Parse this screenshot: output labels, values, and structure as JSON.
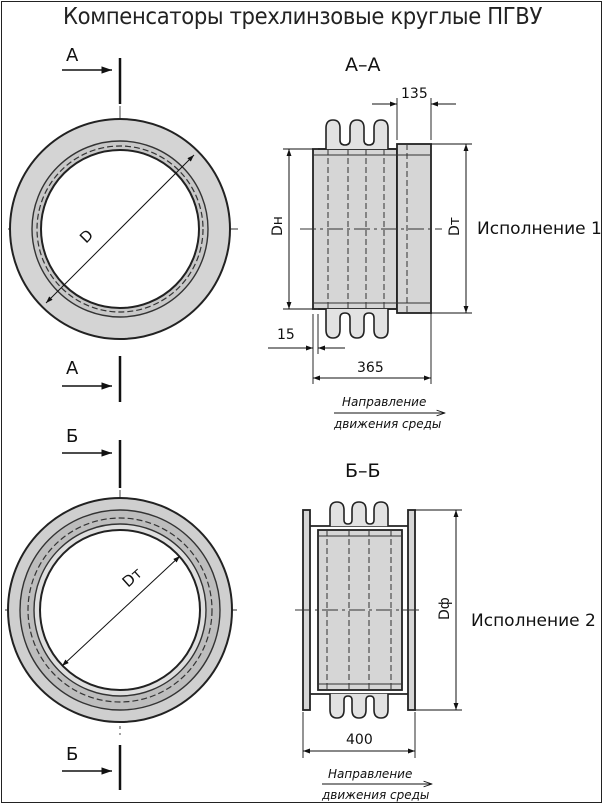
{
  "title": "Компенсаторы трехлинзовые круглые ПГВУ",
  "view1": {
    "section_mark": "А",
    "section_label": "А–А",
    "diameter_label": "D",
    "dim_flange_width": "135",
    "dim_edge": "15",
    "dim_length": "365",
    "dim_outer": "Dн",
    "dim_inner": "Dт",
    "variant": "Исполнение 1",
    "flow_line1": "Направление",
    "flow_line2": "движения среды"
  },
  "view2": {
    "section_mark": "Б",
    "section_label": "Б–Б",
    "diameter_label": "Dт",
    "dim_length": "400",
    "dim_flange": "Dф",
    "variant": "Исполнение 2",
    "flow_line1": "Направление",
    "flow_line2": "движения среды"
  }
}
